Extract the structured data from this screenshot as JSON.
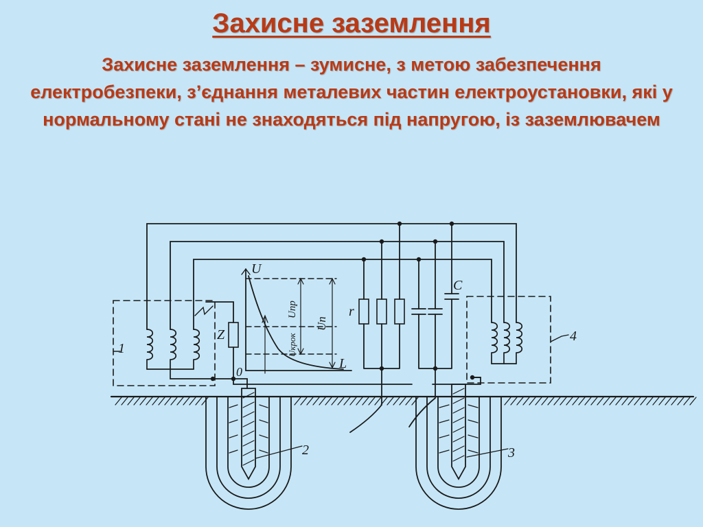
{
  "slide": {
    "title": "Захисне заземлення",
    "definition": "Захисне заземлення – зумисне, з метою забезпечення електробезпеки, з’єднання  металевих частин електроустановки, які у нормальному стані не знаходяться під напругою, із заземлювачем"
  },
  "diagram": {
    "labels": {
      "transformer": "1",
      "protective_ground": "2",
      "working_ground": "3",
      "consumer": "4",
      "impedance": "Z",
      "resistance": "r",
      "capacitance": "C",
      "neutral": "0",
      "voltage_axis": "U",
      "distance_axis": "L",
      "ground_voltage": "Uп",
      "touch_voltage": "Uпр",
      "step_voltage": "Uкрок"
    },
    "colors": {
      "background": "#c6e6f7",
      "heading": "#b83a16",
      "lines": "#1a1a1a"
    }
  }
}
